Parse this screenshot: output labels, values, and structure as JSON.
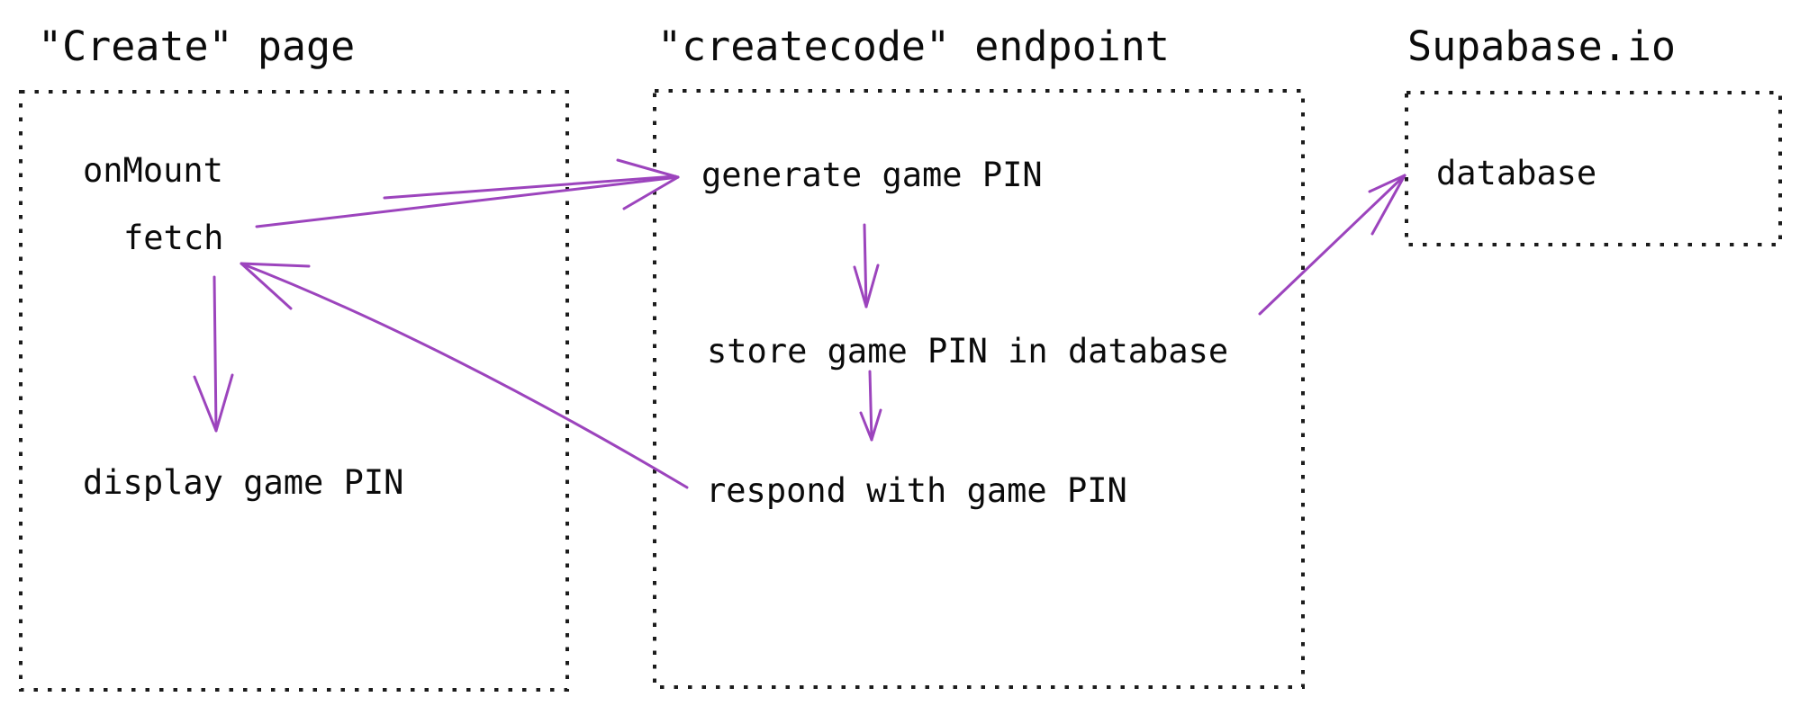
{
  "canvas": {
    "background": "#ffffff"
  },
  "colors": {
    "arrow": "#9c44bd",
    "box_border": "#1c1c1c",
    "text": "#0b0b0b"
  },
  "groups": {
    "create_page": {
      "title": "\"Create\" page",
      "items": {
        "onmount": "onMount",
        "fetch": "fetch",
        "display_pin": "display game PIN"
      }
    },
    "createcode_endpoint": {
      "title": "\"createcode\" endpoint",
      "items": {
        "generate_pin": "generate game PIN",
        "store_pin": "store game PIN in database",
        "respond_pin": "respond with game PIN"
      }
    },
    "supabase": {
      "title": "Supabase.io",
      "items": {
        "database": "database"
      }
    }
  },
  "edges": [
    {
      "from": "fetch",
      "to": "generate game PIN"
    },
    {
      "from": "generate game PIN",
      "to": "store game PIN in database"
    },
    {
      "from": "store game PIN in database",
      "to": "database"
    },
    {
      "from": "store game PIN in database",
      "to": "respond with game PIN"
    },
    {
      "from": "respond with game PIN",
      "to": "fetch"
    },
    {
      "from": "fetch",
      "to": "display game PIN"
    }
  ]
}
